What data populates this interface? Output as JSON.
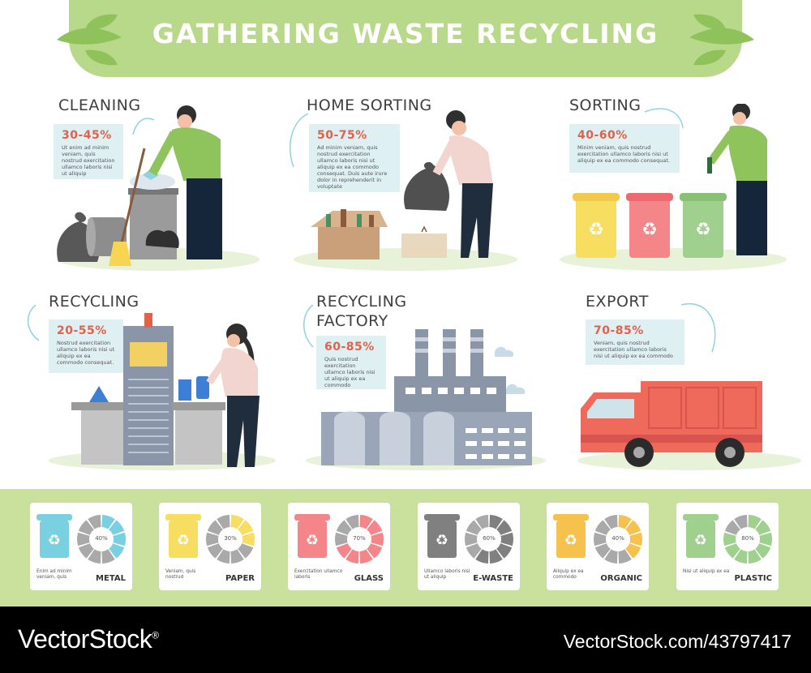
{
  "header": {
    "title": "GATHERING WASTE RECYCLING"
  },
  "steps": [
    {
      "title": "CLEANING",
      "percent": "30-45%",
      "text": "Ut enim ad minim veniam, quis nostrud exercitation ullamco laboris nisi ut aliquip"
    },
    {
      "title": "HOME SORTING",
      "percent": "50-75%",
      "text": "Ad minim veniam, quis nostrud exercitation ullamco laboris nisi ut aliquip ex ea commodo consequat. Duis aute irure dolor in reprehenderit in voluptate"
    },
    {
      "title": "SORTING",
      "percent": "40-60%",
      "text": "Minim veniam, quis nostrud exercitation ullamco laboris nisi ut aliquip ex ea commodo consequat."
    },
    {
      "title": "RECYCLING",
      "percent": "20-55%",
      "text": "Nostrud exercitation ullamco laboris nisi ut aliquip ex ea commodo consequat."
    },
    {
      "title": "RECYCLING FACTORY",
      "percent": "60-85%",
      "text": "Quis nostrud exercitation ullamco laboris nisi ut aliquip ex ea commodo"
    },
    {
      "title": "EXPORT",
      "percent": "70-85%",
      "text": "Veniam, quis nostrud exercitation ullamco laboris nisi ut aliquip ex ea commodo"
    }
  ],
  "categories": [
    {
      "name": "METAL",
      "value": 40,
      "label": "40%",
      "desc": "Enim ad minim veniam, quis",
      "color": "#78d0e0"
    },
    {
      "name": "PAPER",
      "value": 30,
      "label": "30%",
      "desc": "Veniam, quis nostrud",
      "color": "#f7dd60"
    },
    {
      "name": "GLASS",
      "value": 70,
      "label": "70%",
      "desc": "Exercitation ullamco laboris",
      "color": "#f4868a"
    },
    {
      "name": "E-WASTE",
      "value": 60,
      "label": "60%",
      "desc": "Ullamco laboris nisi ut aliquip",
      "color": "#808080"
    },
    {
      "name": "ORGANIC",
      "value": 40,
      "label": "40%",
      "desc": "Aliquip ex ea commodo",
      "color": "#f6c14d"
    },
    {
      "name": "PLASTIC",
      "value": 80,
      "label": "80%",
      "desc": "Nisi ut aliquip ex ea",
      "color": "#9fd08d"
    }
  ],
  "footer": {
    "brand": "VectorStock",
    "brand_mark": "®",
    "image_id": "VectorStock.com/43797417"
  }
}
